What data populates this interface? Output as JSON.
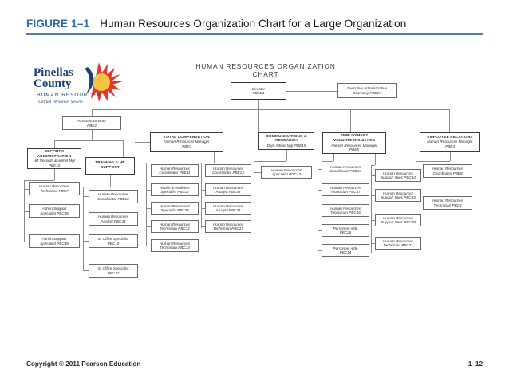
{
  "header": {
    "figure_label": "FIGURE 1–1",
    "title": "Human Resources Organization Chart for a Large Organization",
    "accent_color": "#2e6ca4",
    "rule_color": "#4f7fac"
  },
  "logo": {
    "line1": "Pinellas",
    "line2": "County",
    "line3": "HUMAN RESOURCES",
    "line4": "Unified Personnel System",
    "text_color": "#1d3f7a",
    "sun_color": "#e03a2f",
    "sun_center_color": "#f6c445"
  },
  "chart": {
    "title": "HUMAN RESOURCES ORGANIZATION CHART",
    "director": {
      "title": "Director",
      "code": "PBAE1"
    },
    "exec_secretary": {
      "title": "Executive Administrative",
      "subtitle": "Secretary  PBE17"
    },
    "assistant_director": {
      "title": "Assistant Director",
      "code": "PBE2"
    },
    "divisions": [
      {
        "name": "records-administration",
        "heading": "RECORDS",
        "heading2": "ADMINISTRATION",
        "sub": "HR Records & Admin Mgr",
        "code": "PBE10",
        "columns": [
          {
            "items": [
              {
                "line1": "Human Resources",
                "line2": "Technician  PBC7"
              },
              {
                "line1": "Admin Support",
                "line2": "Specialist  PBC38"
              },
              {
                "line1": "Admin Support",
                "line2": "Specialist  PBC48"
              }
            ]
          }
        ]
      },
      {
        "name": "training-hr-support",
        "heading": "TRAINING & HR",
        "heading2": "SUPPORT",
        "sub": "",
        "code": "",
        "columns": [
          {
            "items": [
              {
                "line1": "Human Resources",
                "line2": "Coordinator  PBE12"
              },
              {
                "line1": "Human Resources",
                "line2": "Analyst  PBC44"
              },
              {
                "line1": "Sr Office Specialist",
                "line2": "PBC10"
              },
              {
                "line1": "Sr Office Specialist",
                "line2": "PBC32"
              }
            ]
          }
        ]
      },
      {
        "name": "total-compensation",
        "heading": "TOTAL COMPENSATION",
        "heading2": "",
        "sub": "Human Resources Manager",
        "code": "PBE4",
        "columns": [
          {
            "items": [
              {
                "line1": "Human Resources",
                "line2": "Coordinator  PBE11"
              },
              {
                "line1": "Health & Wellness",
                "line2": "Specialist  PBE16"
              },
              {
                "line1": "Human Resources",
                "line2": "Specialist  PBC35"
              },
              {
                "line1": "Human Resources",
                "line2": "Technician  PBC12"
              },
              {
                "line1": "Human Resources",
                "line2": "Technician  PBC13"
              }
            ]
          },
          {
            "items": [
              {
                "line1": "Human Resources",
                "line2": "Coordinator  PBE13"
              },
              {
                "line1": "Human Resources",
                "line2": "Analyst  PBC43"
              },
              {
                "line1": "Human Resources",
                "line2": "Analyst  PBC34"
              },
              {
                "line1": "Human Resources",
                "line2": "Technician  PBC17"
              }
            ]
          }
        ]
      },
      {
        "name": "communications-research",
        "heading": "COMMUNICATIONS &",
        "heading2": "RESEARCH",
        "sub": "Dept Admin Mgr  PBE19",
        "code": "",
        "columns": [
          {
            "items": [
              {
                "line1": "Human Resources",
                "line2": "Specialist  PDC43"
              }
            ]
          }
        ]
      },
      {
        "name": "employment-volunteers-hris",
        "heading": "EMPLOYMENT",
        "heading2": "VOLUNTEERS & HRIS",
        "sub": "Human Resources Manager",
        "code": "PBE5",
        "columns": [
          {
            "items": [
              {
                "line1": "Human Resources",
                "line2": "Coordinator  PBE14"
              },
              {
                "line1": "Human Resources",
                "line2": "Technician  PBC37"
              },
              {
                "line1": "Human Resources",
                "line2": "Technician  PBC16"
              },
              {
                "line1": "Personnel Aide",
                "line2": "PBC25"
              },
              {
                "line1": "Personnel Aide",
                "line2": "PBC14"
              }
            ]
          },
          {
            "items": [
              {
                "line1": "Human Resources",
                "line2": "Support Spec  PBC34"
              },
              {
                "line1": "Human Resources",
                "line2": "Support Spec  PBC33"
              },
              {
                "line1": "Human Resources",
                "line2": "Support Spec  PBC39"
              },
              {
                "line1": "Human Resources",
                "line2": "Technician  PBC31"
              }
            ]
          }
        ]
      },
      {
        "name": "employee-relations",
        "heading": "EMPLOYEE RELATIONS",
        "heading2": "",
        "sub": "Human Resources Manager",
        "code": "PBE3",
        "columns": [
          {
            "items": [
              {
                "line1": "Human Resources",
                "line2": "Coordinator  PBE8"
              },
              {
                "line1": "Human Resources",
                "line2": "Technician  PBC8"
              }
            ]
          }
        ]
      }
    ]
  },
  "footer": {
    "copyright": "Copyright © 2011 Pearson Education",
    "page": "1–12"
  }
}
